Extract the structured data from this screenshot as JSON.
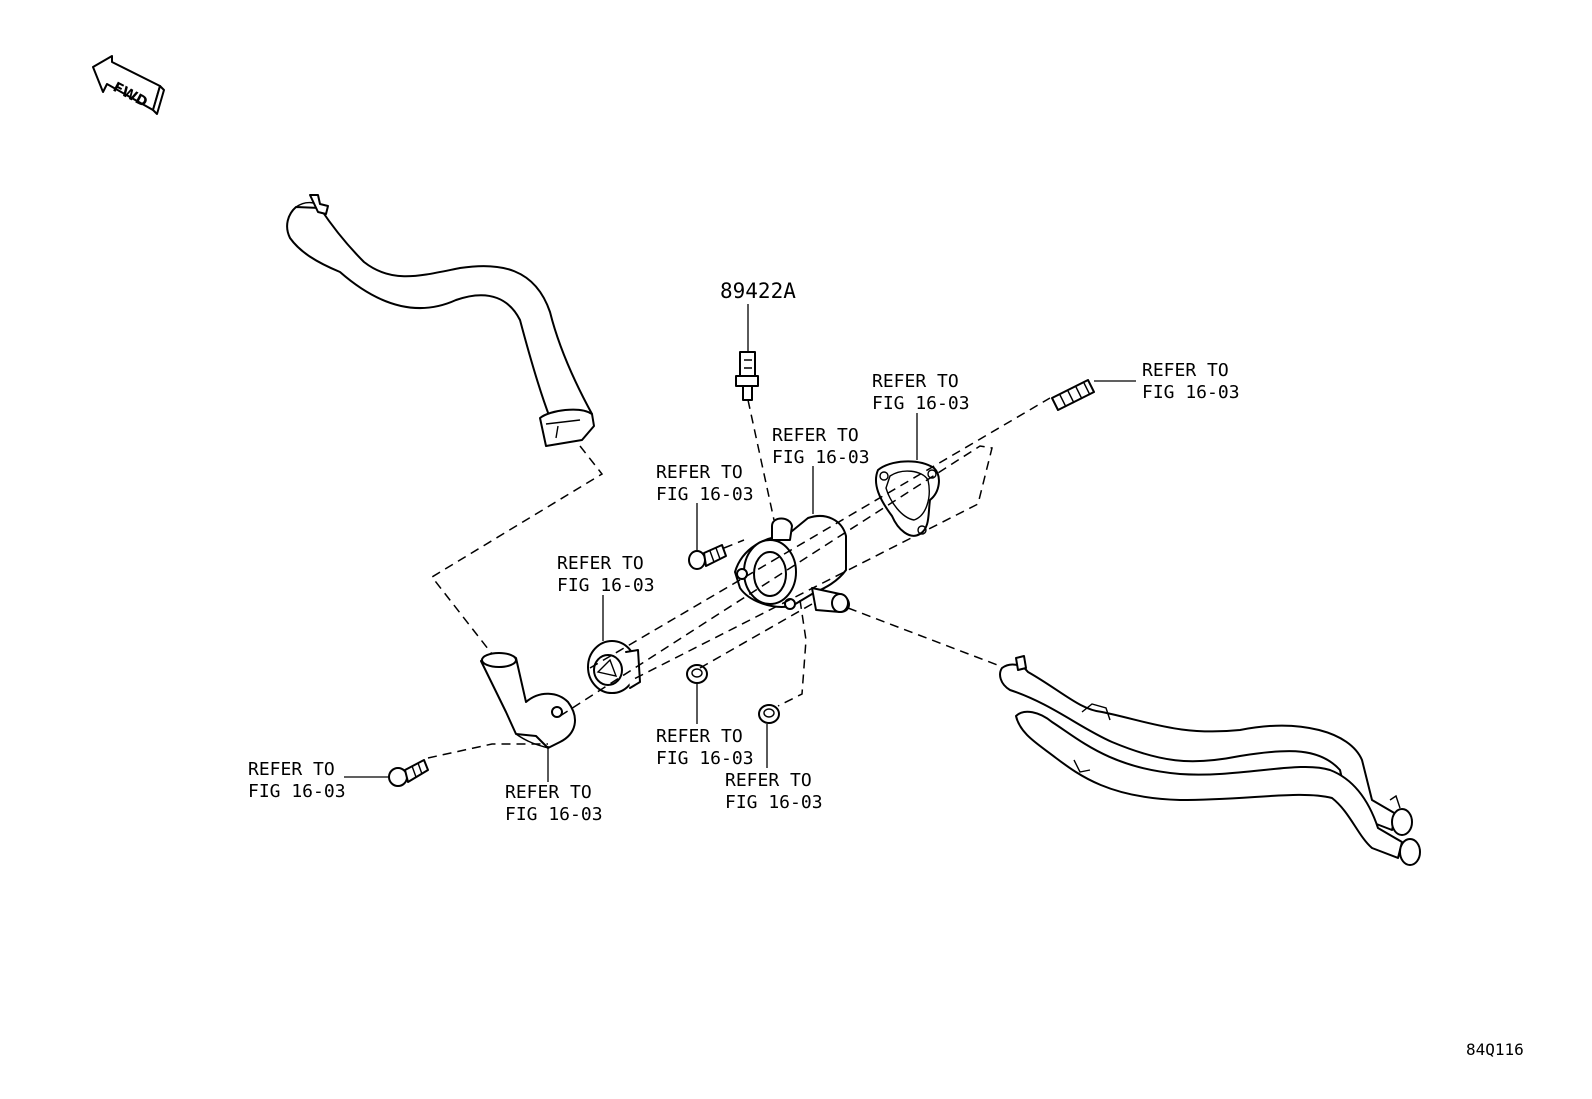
{
  "fwd_label": "FWD",
  "part_numbers": {
    "sensor": "89422A"
  },
  "callouts": {
    "stud": {
      "line1": "REFER TO",
      "line2": "FIG 16-03"
    },
    "gasket": {
      "line1": "REFER TO",
      "line2": "FIG 16-03"
    },
    "outlet": {
      "line1": "REFER TO",
      "line2": "FIG 16-03"
    },
    "bolt_upper": {
      "line1": "REFER TO",
      "line2": "FIG 16-03"
    },
    "thermostat": {
      "line1": "REFER TO",
      "line2": "FIG 16-03"
    },
    "bolt_left": {
      "line1": "REFER TO",
      "line2": "FIG 16-03"
    },
    "inlet": {
      "line1": "REFER TO",
      "line2": "FIG 16-03"
    },
    "nut_a": {
      "line1": "REFER TO",
      "line2": "FIG 16-03"
    },
    "nut_b": {
      "line1": "REFER TO",
      "line2": "FIG 16-03"
    }
  },
  "illustration_code": "84Q116"
}
